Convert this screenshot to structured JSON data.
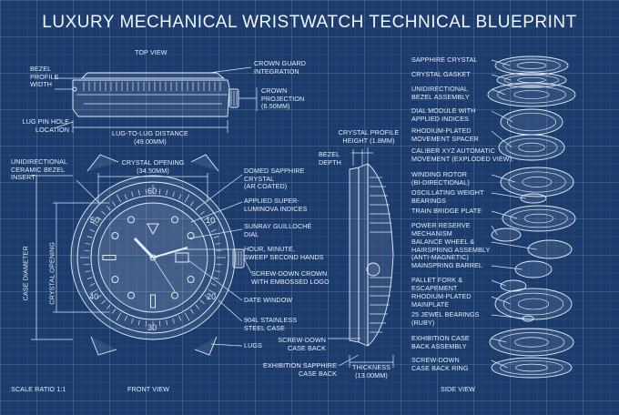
{
  "title": "LUXURY MECHANICAL WRISTWATCH TECHNICAL BLUEPRINT",
  "top_view": {
    "heading": "TOP VIEW",
    "bezel_profile_width": "BEZEL\nPROFILE\nWIDTH",
    "lug_pin_hole": "LUG PIN HOLE\nLOCATION",
    "crown_guard": "CROWN GUARD\nINTEGRATION",
    "crown_projection": "CROWN\nPROJECTION\n(6.50MM)",
    "lug_to_lug": "LUG-TO-LUG DISTANCE\n(49.00MM)"
  },
  "front_view": {
    "heading": "FRONT VIEW",
    "scale": "SCALE RATIO 1:1",
    "ceramic_bezel": "UNIDIRECTIONAL\nCERAMIC BEZEL\nINSERT",
    "crystal_opening": "CRYSTAL OPENING\n(34.50MM)",
    "case_diameter": "CASE DIAMETER",
    "crystal_opening_v": "CRYSTAL OPENING",
    "domed_sapphire": "DOMED SAPPHIRE\nCRYSTAL\n(AR COATED)",
    "luminova": "APPLIED SUPER-\nLUMINOVA INDICES",
    "sunray": "SUNRAY GUILLOCHÉ\nDIAL",
    "hands": "HOUR, MINUTE,\nSWEEP SECOND HANDS",
    "crown": "SCREW-DOWN CROWN\nWITH EMBOSSED LOGO",
    "date_window": "DATE WINDOW",
    "steel_case": "904L STAINLESS\nSTEEL CASE",
    "lugs": "LUGS",
    "bezel_numbers": [
      "60",
      "10",
      "20",
      "30",
      "40",
      "50"
    ]
  },
  "side_view": {
    "heading": "SIDE VIEW",
    "crystal_profile": "CRYSTAL PROFILE\nHEIGHT (1.8MM)",
    "bezel_depth": "BEZEL\nDEPTH",
    "screw_down_case_back": "SCREW-DOWN\nCASE BACK",
    "exhibition_case_back": "EXHIBITION SAPPHIRE\nCASE BACK",
    "thickness": "THICKNESS\n(13.00MM)"
  },
  "exploded": {
    "labels": [
      "SAPPHIRE CRYSTAL",
      "CRYSTAL GASKET",
      "UNIDIRECTIONAL\nBEZEL ASSEMBLY",
      "DIAL MODULE WITH\nAPPLIED INDICES",
      "RHODIUM-PLATED\nMOVEMENT SPACER",
      "CALIBER XYZ AUTOMATIC\nMOVEMENT (EXPLODED VIEW):",
      "WINDING ROTOR\n(BI-DIRECTIONAL)",
      "OSCILLATING WEIGHT\nBEARINGS",
      "TRAIN BRIDGE PLATE",
      "POWER RESERVE\nMECHANISM",
      "BALANCE WHEEL &\nHAIRSPRING ASSEMBLY\n(ANTI-MAGNETIC)",
      "MAINSPRING BARREL",
      "PALLET FORK &\nESCAPEMENT",
      "RHODIUM-PLATED\nMAINPLATE",
      "25 JEWEL BEARINGS\n(RUBY)",
      "EXHIBITION CASE\nBACK ASSEMBLY",
      "SCREW-DOWN\nCASE BACK RING"
    ]
  },
  "colors": {
    "background": "#1c3c6e",
    "line": "#e6edf8"
  }
}
